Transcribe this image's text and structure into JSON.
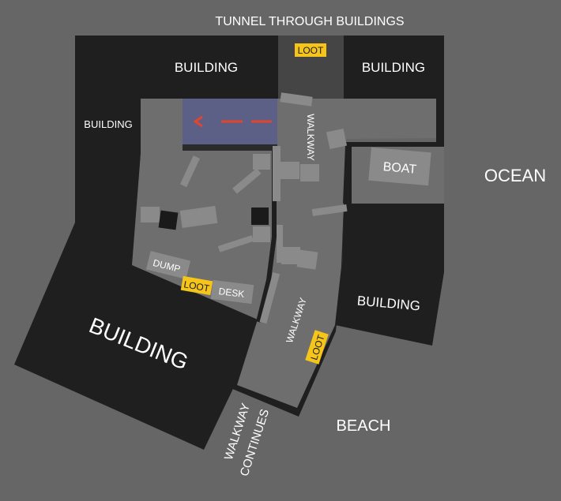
{
  "labels": {
    "tunnel": "TUNNEL THROUGH BUILDINGS",
    "building_top_left": "BUILDING",
    "building_top_right": "BUILDING",
    "building_left": "BUILDING",
    "building_big": "BUILDING",
    "building_right": "BUILDING",
    "walkway_upper": "WALKWAY",
    "walkway_lower": "WALKWAY",
    "walkway_continues_1": "WALKWAY",
    "walkway_continues_2": "CONTINUES",
    "boat": "BOAT",
    "ocean": "OCEAN",
    "beach": "BEACH",
    "dump": "DUMP",
    "desk": "DESK"
  },
  "loot": {
    "top": "LOOT",
    "middle": "LOOT",
    "walkway": "LOOT"
  },
  "colors": {
    "background": "#666666",
    "building": "#1f1f1f",
    "ground": "#6e6e6e",
    "tunnel_floor": "#454545",
    "prop": "#8a8a8a",
    "crate": "#1a1a1a",
    "blue_zone": "#5c5f86",
    "arrow": "#e2452e",
    "loot": "#f5c51a"
  }
}
